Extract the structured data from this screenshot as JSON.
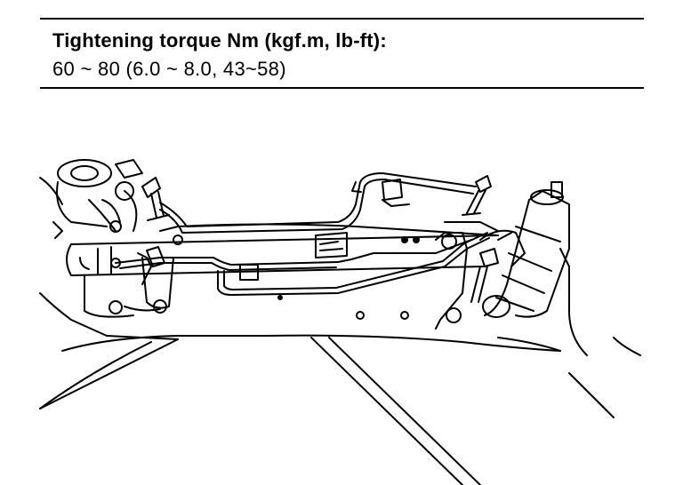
{
  "torque_spec": {
    "label": "Tightening torque Nm (kgf.m, lb-ft):",
    "value": "60 ~ 80 (6.0 ~ 8.0, 43~58)"
  },
  "illustration": {
    "subject": "steering-gear-rack-assembly",
    "line_color": "#000000",
    "background": "#ffffff"
  }
}
